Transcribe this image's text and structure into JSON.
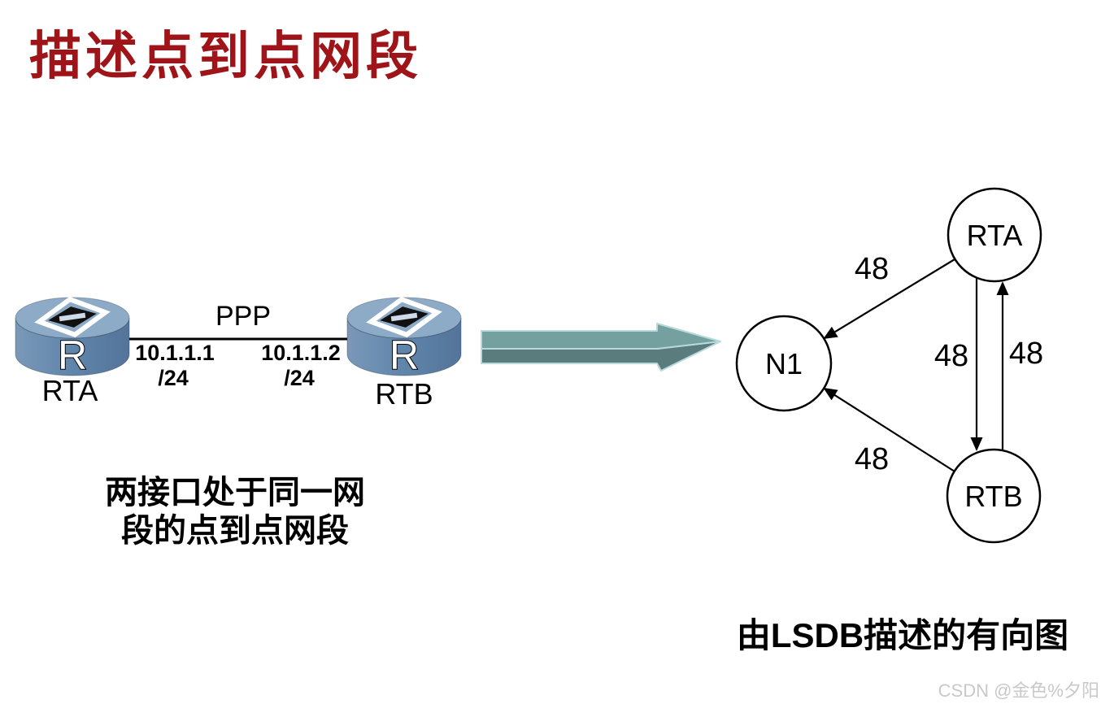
{
  "slide": {
    "title": "描述点到点网段",
    "footer_caption": "由LSDB描述的有向图",
    "watermark": "CSDN @金色%夕阳"
  },
  "topology": {
    "caption_line1": "两接口处于同一网",
    "caption_line2": "段的点到点网段",
    "link": {
      "protocol_label": "PPP"
    },
    "routers": [
      {
        "name": "RTA",
        "glyph": "R",
        "interface_ip": "10.1.1.1",
        "interface_mask": "/24"
      },
      {
        "name": "RTB",
        "glyph": "R",
        "interface_ip": "10.1.1.2",
        "interface_mask": "/24"
      }
    ]
  },
  "graph": {
    "nodes": [
      {
        "id": "N1",
        "label": "N1"
      },
      {
        "id": "RTA",
        "label": "RTA"
      },
      {
        "id": "RTB",
        "label": "RTB"
      }
    ],
    "edges": [
      {
        "from": "RTA",
        "to": "N1",
        "cost": "48"
      },
      {
        "from": "RTB",
        "to": "N1",
        "cost": "48"
      },
      {
        "from": "RTA",
        "to": "RTB",
        "cost": "48"
      },
      {
        "from": "RTB",
        "to": "RTA",
        "cost": "48"
      }
    ]
  },
  "colors": {
    "title": "#9e1418",
    "router_top": "#8dabc7",
    "router_body": "#5e82a8",
    "arrow_light": "#74a0a0",
    "arrow_dark": "#5a7c7c",
    "arrow_outline": "#b7d9d9",
    "watermark": "#c9c9c9"
  }
}
